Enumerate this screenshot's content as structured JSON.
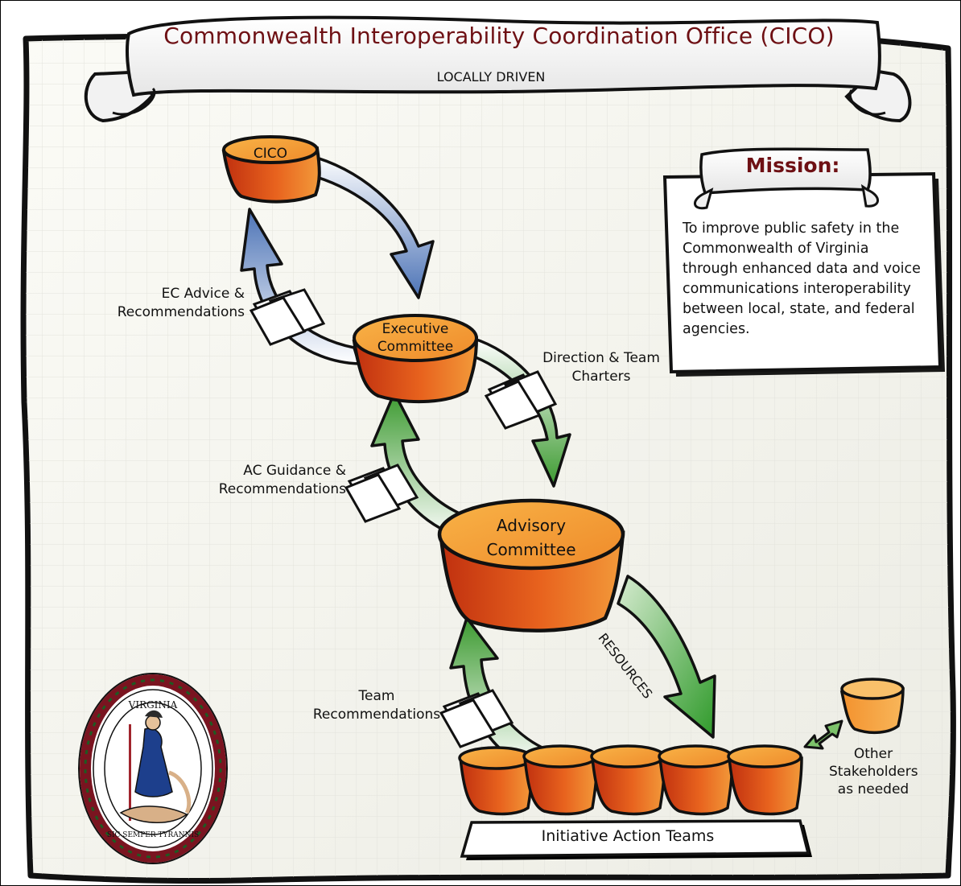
{
  "title": "Commonwealth Interoperability Coordination Office (CICO)",
  "subtitle": "LOCALLY DRIVEN",
  "mission": {
    "heading": "Mission:",
    "text": "To improve public safety in the Commonwealth of Virginia through enhanced data and voice communications interoperability between local, state, and federal agencies."
  },
  "nodes": {
    "cico": "CICO",
    "executive": "Executive Committee",
    "advisory": "Advisory Committee",
    "teams": "Initiative Action Teams",
    "other": "Other Stakeholders as needed"
  },
  "flows": {
    "ec_advice": "EC Advice & Recommendations",
    "direction": "Direction & Team Charters",
    "ac_guidance": "AC Guidance & Recommendations",
    "resources": "RESOURCES",
    "team_recs": "Team Recommendations"
  },
  "seal": {
    "top_text": "VIRGINIA",
    "bottom_text": "SIC SEMPER TYRANNIS"
  },
  "colors": {
    "title": "#6e1014",
    "orange_light": "#f6a33a",
    "orange_dark": "#cc3a12",
    "blue": "#5a80bd",
    "green": "#4aa23a"
  }
}
